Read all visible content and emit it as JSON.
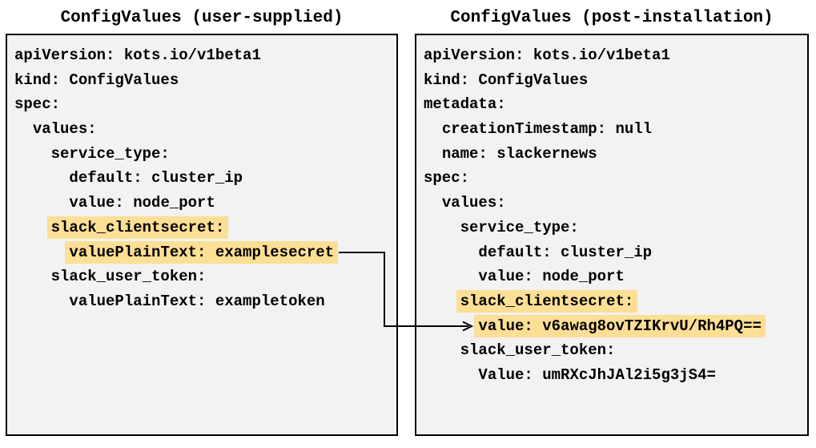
{
  "panels": [
    {
      "title": "ConfigValues (user-supplied)",
      "lines": [
        {
          "indent": 0,
          "text": "apiVersion: kots.io/v1beta1",
          "highlight": false
        },
        {
          "indent": 0,
          "text": "kind: ConfigValues",
          "highlight": false
        },
        {
          "indent": 0,
          "text": "spec:",
          "highlight": false
        },
        {
          "indent": 2,
          "text": "values:",
          "highlight": false
        },
        {
          "indent": 4,
          "text": "service_type:",
          "highlight": false
        },
        {
          "indent": 6,
          "text": "default: cluster_ip",
          "highlight": false
        },
        {
          "indent": 6,
          "text": "value: node_port",
          "highlight": false
        },
        {
          "indent": 4,
          "text": "slack_clientsecret:",
          "highlight": true
        },
        {
          "indent": 6,
          "text": "valuePlainText: examplesecret",
          "highlight": true
        },
        {
          "indent": 4,
          "text": "slack_user_token:",
          "highlight": false
        },
        {
          "indent": 6,
          "text": "valuePlainText: exampletoken",
          "highlight": false
        }
      ]
    },
    {
      "title": "ConfigValues (post-installation)",
      "lines": [
        {
          "indent": 0,
          "text": "apiVersion: kots.io/v1beta1",
          "highlight": false
        },
        {
          "indent": 0,
          "text": "kind: ConfigValues",
          "highlight": false
        },
        {
          "indent": 0,
          "text": "metadata:",
          "highlight": false
        },
        {
          "indent": 2,
          "text": "creationTimestamp: null",
          "highlight": false
        },
        {
          "indent": 2,
          "text": "name: slackernews",
          "highlight": false
        },
        {
          "indent": 0,
          "text": "spec:",
          "highlight": false
        },
        {
          "indent": 2,
          "text": "values:",
          "highlight": false
        },
        {
          "indent": 4,
          "text": "service_type:",
          "highlight": false
        },
        {
          "indent": 6,
          "text": "default: cluster_ip",
          "highlight": false
        },
        {
          "indent": 6,
          "text": "value: node_port",
          "highlight": false
        },
        {
          "indent": 4,
          "text": "slack_clientsecret:",
          "highlight": true
        },
        {
          "indent": 6,
          "text": "value: v6awag8ovTZIKrvU/Rh4PQ==",
          "highlight": true
        },
        {
          "indent": 4,
          "text": "slack_user_token:",
          "highlight": false
        },
        {
          "indent": 6,
          "text": "Value: umRXcJhJAl2i5g3jS4=",
          "highlight": false
        }
      ]
    }
  ],
  "arrow": {
    "from_text": "valuePlainText: examplesecret",
    "to_text": "value: v6awag8ovTZIKrvU/Rh4PQ==",
    "color": "#000000"
  },
  "colors": {
    "page_bg": "#ffffff",
    "panel_bg": "#f2f2f2",
    "panel_border": "#000000",
    "highlight": "#fcdf95",
    "text": "#000000"
  }
}
